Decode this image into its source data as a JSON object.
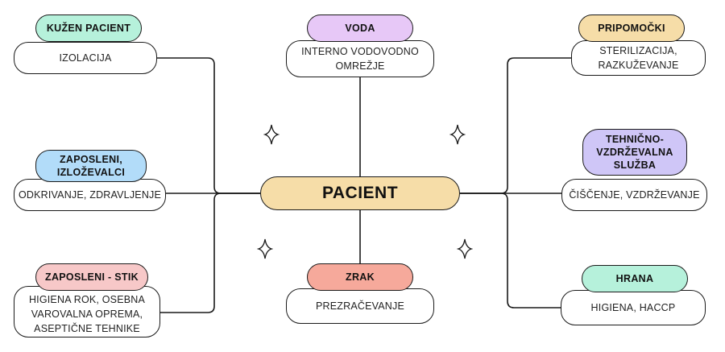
{
  "center": {
    "label": "PACIENT",
    "color": "#F6DDA8"
  },
  "nodes": {
    "kuzen_pacient": {
      "title": "KUŽEN PACIENT",
      "text": "IZOLACIJA",
      "color": "#B6F1DB"
    },
    "voda": {
      "title": "VODA",
      "text_lines": [
        "INTERNO VODOVODNO",
        "OMREŽJE"
      ],
      "color": "#E7C8F7"
    },
    "pripomocki": {
      "title": "PRIPOMOČKI",
      "text_lines": [
        "STERILIZACIJA,",
        "RAZKUŽEVANJE"
      ],
      "color": "#F6DDA8"
    },
    "zaposleni_izlozevalci": {
      "title_lines": [
        "ZAPOSLENI,",
        "IZLOŽEVALCI"
      ],
      "text": "ODKRIVANJE, ZDRAVLJENJE",
      "color": "#B2DCF9"
    },
    "tehnicno": {
      "title_lines": [
        "TEHNIČNO-",
        "VZDRŽEVALNA",
        "SLUŽBA"
      ],
      "text": "ČIŠČENJE, VZDRŽEVANJE",
      "color": "#CFC6F7"
    },
    "zaposleni_stik": {
      "title": "ZAPOSLENI - STIK",
      "text_lines": [
        "HIGIENA ROK, OSEBNA",
        "VAROVALNA OPREMA,",
        "ASEPTIČNE TEHNIKE"
      ],
      "color": "#F7C8C8"
    },
    "zrak": {
      "title": "ZRAK",
      "text": "PREZRAČEVANJE",
      "color": "#F6A99B"
    },
    "hrana": {
      "title": "HRANA",
      "text": "HIGIENA, HACCP",
      "color": "#B6F1DB"
    }
  },
  "decorations": {
    "sparkle_icon": "four-point-star-icon"
  }
}
